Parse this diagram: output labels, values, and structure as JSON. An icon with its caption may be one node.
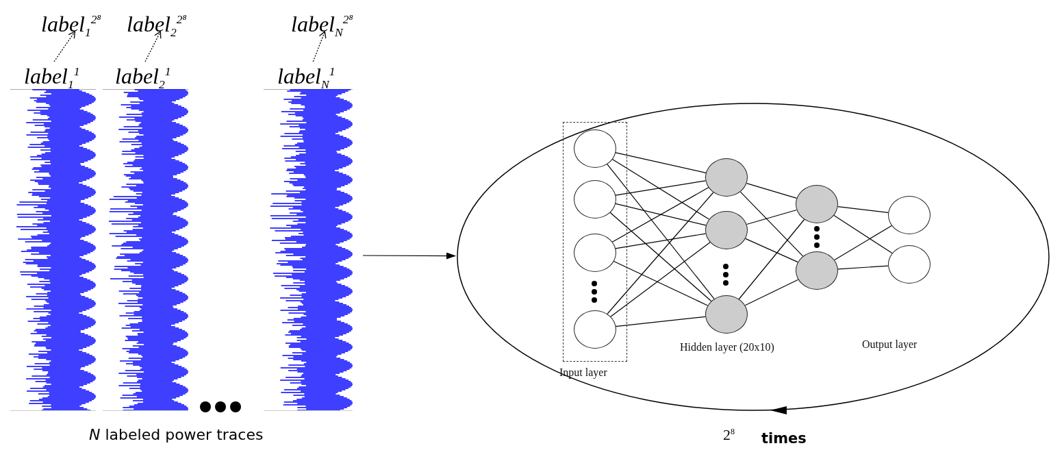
{
  "diagram": {
    "nodes": [
      {
        "text": [
          "label$_{1}$$^{2⁸}$"
        ]
      },
      {
        "text": [
          "label$_{2}$$^{2⁸}$"
        ]
      },
      {
        "text": [
          "label$_{N}$$^{2⁸}$"
        ]
      },
      {
        "text": [
          "label$_{1}$$^{1}$"
        ]
      },
      {
        "text": [
          "label$_{2}$$^{1}$"
        ]
      },
      {
        "text": [
          "label$_{N}$$^{1}$"
        ]
      },
      {
        "text": [],
        "shape": "picture"
      },
      {
        "text": [],
        "shape": "picture"
      },
      {
        "text": [],
        "shape": "picture"
      },
      {
        "text": [],
        "shape": "circle"
      },
      {
        "text": [
          "Input layer"
        ],
        "in": 9
      },
      {
        "text": [],
        "shape": "circle",
        "in": 10
      },
      {
        "text": [],
        "shape": "circle",
        "in": 10
      },
      {
        "text": [],
        "shape": "circle",
        "in": 10
      },
      {
        "text": [],
        "shape": "circle",
        "in": 10
      },
      {
        "text": [],
        "shape": "circle",
        "in": 9
      },
      {
        "text": [],
        "shape": "circle",
        "in": 9
      },
      {
        "text": [],
        "shape": "circle",
        "in": 9
      },
      {
        "text": [],
        "shape": "circle",
        "in": 9
      },
      {
        "text": [],
        "shape": "circle",
        "in": 9
      },
      {
        "text": [],
        "shape": "circle",
        "in": 9
      },
      {
        "text": [],
        "shape": "circle",
        "in": 9
      }
    ],
    "edges": [
      {
        "from": 3,
        "to": 0,
        "arrow": "to",
        "style": "dashed"
      },
      {
        "from": 4,
        "to": 1,
        "arrow": "to",
        "style": "dashed"
      },
      {
        "from": 5,
        "to": 2,
        "arrow": "to",
        "style": "dashed"
      },
      {
        "from": 8,
        "to": 9,
        "arrow": "to"
      },
      {
        "from": 11,
        "to": 15,
        "arrow": "none"
      },
      {
        "from": 11,
        "to": 16,
        "arrow": "none"
      },
      {
        "from": 11,
        "to": 17,
        "arrow": "none"
      },
      {
        "from": 12,
        "to": 15,
        "arrow": "none"
      },
      {
        "from": 12,
        "to": 16,
        "arrow": "none"
      },
      {
        "from": 12,
        "to": 17,
        "arrow": "none"
      },
      {
        "from": 13,
        "to": 15,
        "arrow": "none"
      },
      {
        "from": 13,
        "to": 16,
        "arrow": "none"
      },
      {
        "from": 13,
        "to": 17,
        "arrow": "none"
      },
      {
        "from": 14,
        "to": 15,
        "arrow": "none"
      },
      {
        "from": 14,
        "to": 16,
        "arrow": "none"
      },
      {
        "from": 14,
        "to": 17,
        "arrow": "none"
      },
      {
        "from": 15,
        "to": 18,
        "arrow": "none"
      },
      {
        "from": 15,
        "to": 19,
        "arrow": "none"
      },
      {
        "from": 16,
        "to": 18,
        "arrow": "none"
      },
      {
        "from": 16,
        "to": 19,
        "arrow": "none"
      },
      {
        "from": 17,
        "to": 18,
        "arrow": "none"
      },
      {
        "from": 17,
        "to": 19,
        "arrow": "none"
      },
      {
        "from": 18,
        "to": 20,
        "arrow": "none"
      },
      {
        "from": 18,
        "to": 21,
        "arrow": "none"
      },
      {
        "from": 19,
        "to": 20,
        "arrow": "none"
      },
      {
        "from": 19,
        "to": 21,
        "arrow": "none"
      }
    ],
    "labels": [
      "*N* labeled power traces",
      "Hidden layer (20x10)",
      "Output layer",
      "2$^{8}$",
      "times"
    ]
  }
}
